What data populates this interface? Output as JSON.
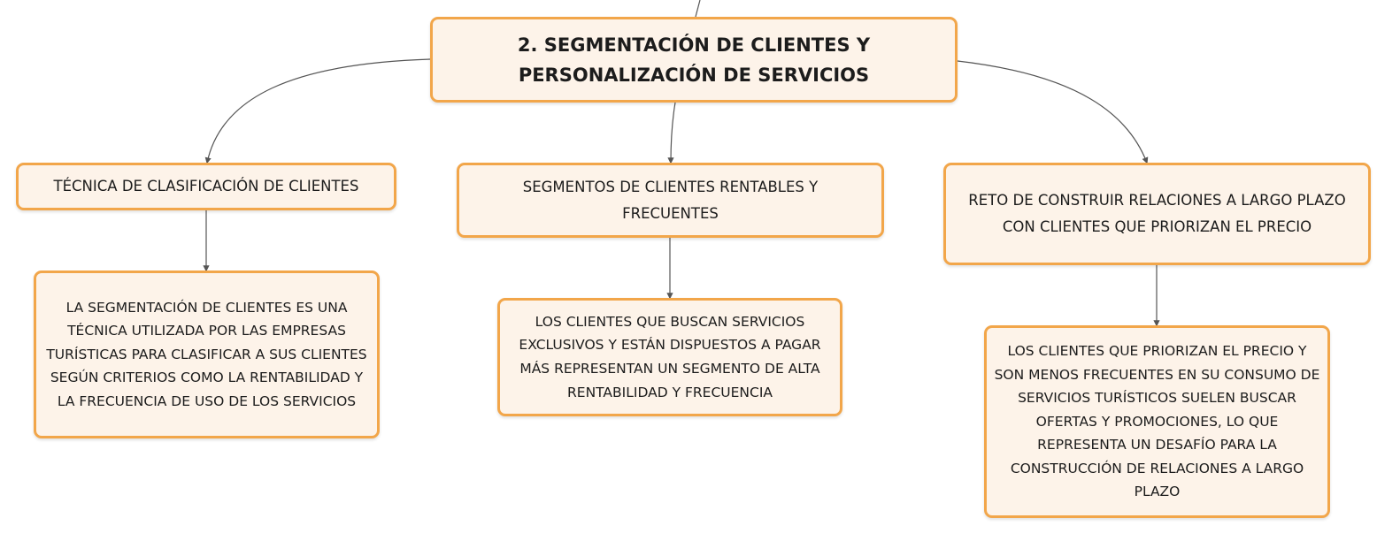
{
  "diagram": {
    "root": {
      "label": "2. SEGMENTACIÓN DE CLIENTES Y PERSONALIZACIÓN DE SERVICIOS"
    },
    "branches": [
      {
        "label": "TÉCNICA DE CLASIFICACIÓN DE CLIENTES",
        "detail": "LA SEGMENTACIÓN DE CLIENTES ES UNA TÉCNICA UTILIZADA POR LAS EMPRESAS TURÍSTICAS PARA CLASIFICAR A SUS CLIENTES SEGÚN CRITERIOS COMO LA RENTABILIDAD Y LA FRECUENCIA DE USO DE LOS SERVICIOS"
      },
      {
        "label": "SEGMENTOS DE CLIENTES RENTABLES Y FRECUENTES",
        "detail": "LOS CLIENTES QUE BUSCAN SERVICIOS EXCLUSIVOS Y ESTÁN DISPUESTOS A PAGAR MÁS REPRESENTAN UN SEGMENTO DE ALTA RENTABILIDAD Y FRECUENCIA"
      },
      {
        "label": "RETO DE CONSTRUIR RELACIONES A LARGO PLAZO CON CLIENTES QUE PRIORIZAN EL PRECIO",
        "detail": "LOS CLIENTES QUE PRIORIZAN EL PRECIO Y SON MENOS FRECUENTES EN SU CONSUMO DE SERVICIOS TURÍSTICOS SUELEN BUSCAR OFERTAS Y PROMOCIONES, LO QUE REPRESENTA UN DESAFÍO PARA LA CONSTRUCCIÓN DE RELACIONES A LARGO PLAZO"
      }
    ]
  },
  "colors": {
    "node_fill": "#fdf3e9",
    "node_border": "#f2a64a",
    "connector": "#555555",
    "text": "#1c1c1c"
  }
}
